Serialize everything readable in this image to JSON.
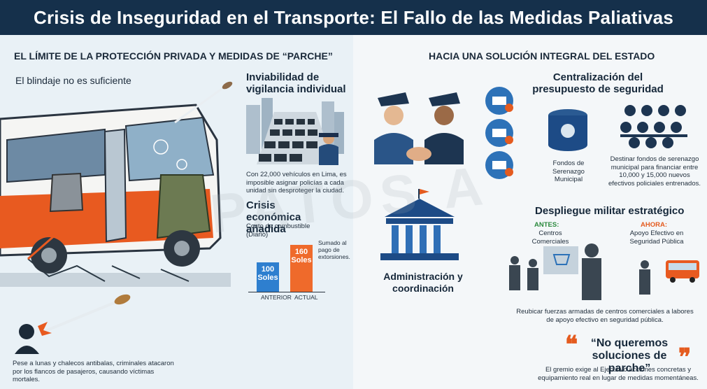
{
  "title": "Crisis de Inseguridad en el Transporte: El Fallo de las Medidas Paliativas",
  "watermark": "PATOS A",
  "left": {
    "header": "EL LÍMITE DE LA PROTECCIÓN PRIVADA Y MEDIDAS DE “PARCHE”",
    "armor_title": "El blindaje no es suficiente",
    "surveillance_title": "Inviabilidad de vigilancia individual",
    "surveillance_text": "Con 22,000 vehículos en Lima, es imposible asignar policías a cada unidad sin desproteger la ciudad.",
    "economic_title": "Crisis económica añadida",
    "economic_sub": "Costo de combustible (Diario)",
    "economic_note": "Sumado al pago de extorsiones.",
    "victims_text": "Pese a lunas y chalecos antibalas, criminales atacaron por los flancos de pasajeros, causando víctimas mortales."
  },
  "chart_data": {
    "type": "bar",
    "categories": [
      "ANTERIOR",
      "ACTUAL"
    ],
    "values": [
      100,
      160
    ],
    "value_labels": [
      "100 Soles",
      "160 Soles"
    ],
    "colors": [
      "#2e7fcf",
      "#ef6a2b"
    ],
    "ylim": [
      0,
      180
    ]
  },
  "right": {
    "header": "HACIA UNA SOLUCIÓN INTEGRAL DEL ESTADO",
    "admin_title": "Administración y coordinación",
    "budget_title": "Centralización del presupuesto de seguridad",
    "fund_label": "Fondos de Serenazgo Municipal",
    "fund_text": "Destinar fondos de serenazgo municipal para financiar entre 10,000 y 15,000 nuevos efectivos policiales entrenados.",
    "military_title": "Despliegue militar estratégico",
    "before_label": "ANTES:",
    "before_text": "Centros Comerciales",
    "after_label": "AHORA:",
    "after_text": "Apoyo Efectivo en Seguridad Pública",
    "military_text": "Reubicar fuerzas armadas de centros comerciales a labores de apoyo efectivo en seguridad pública.",
    "quote": "“No queremos soluciones de parche”",
    "quote_text": "El gremio exige al Ejecutivo acciones concretas y equipamiento real en lugar de medidas momentáneas."
  }
}
